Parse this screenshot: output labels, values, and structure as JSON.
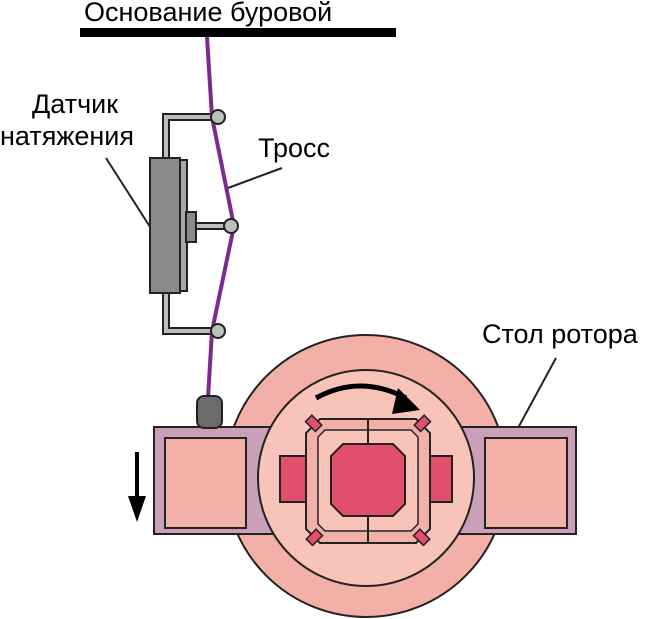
{
  "labels": {
    "base": "Основание буровой",
    "sensor_line1": "Датчик",
    "sensor_line2": "натяжения",
    "cable": "Тросс",
    "rotor_table": "Стол ротора"
  },
  "colors": {
    "cable": "#7b2a8f",
    "outer_disc": "#f3b0a8",
    "inner_disc": "#f8c4ba",
    "arms": "#c9a0b8",
    "center": "#e0506a",
    "sensor_body": "#8a8a8a",
    "outline": "#222222"
  },
  "icons": [
    "rotation-arrow-icon",
    "down-arrow-icon"
  ]
}
